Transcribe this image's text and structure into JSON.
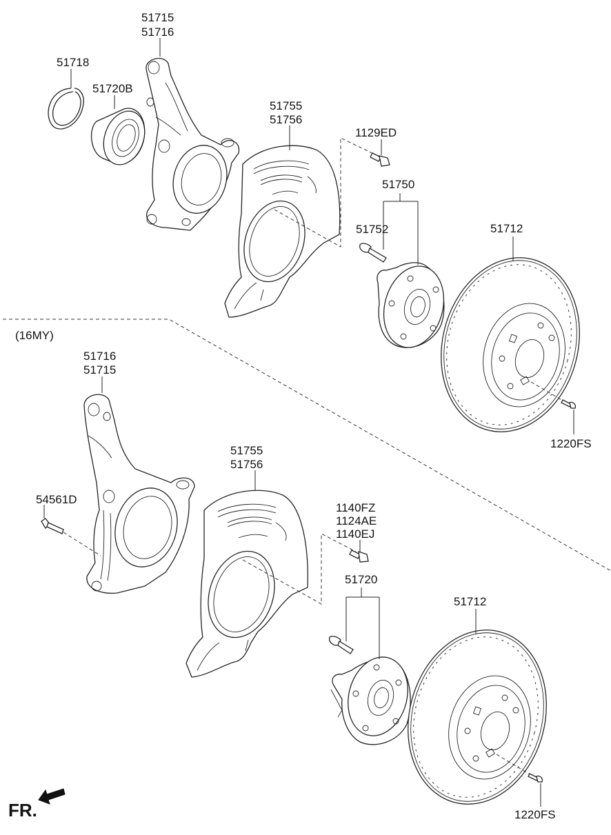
{
  "labels": {
    "top_knuckle": [
      "51715",
      "51716"
    ],
    "snap_ring": "51718",
    "bearing": "51720B",
    "top_shield": [
      "51755",
      "51756"
    ],
    "top_bolt": "1129ED",
    "top_hub": "51750",
    "top_hub_bolt": "51752",
    "top_disc": "51712",
    "top_disc_screw": "1220FS",
    "variant": "(16MY)",
    "bottom_knuckle": [
      "51716",
      "51715"
    ],
    "bottom_shield": [
      "51755",
      "51756"
    ],
    "bottom_knuckle_bolt": "54561D",
    "bottom_bolts": [
      "1140FZ",
      "1124AE",
      "1140EJ"
    ],
    "bottom_hub": "51720",
    "bottom_disc": "51712",
    "bottom_disc_screw": "1220FS",
    "front_marker": "FR."
  }
}
